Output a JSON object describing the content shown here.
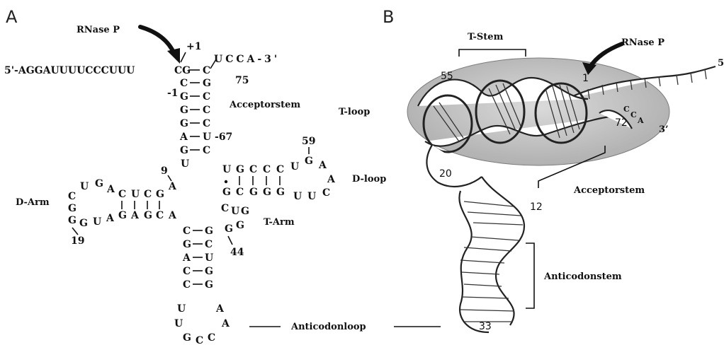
{
  "panel_a": {
    "label": "A",
    "enzyme": "RNase P",
    "leader": "5'-AGGAUUUUCCCUUU",
    "tail": "UCCA-3'",
    "pos": {
      "plus1": "+1",
      "minus1": "-1",
      "n75": "75",
      "n67": "67",
      "n9": "9",
      "n59": "59",
      "n19": "19",
      "n44": "44"
    },
    "acceptor_stem": {
      "label": "Acceptorstem",
      "left": [
        "G",
        "C",
        "G",
        "G",
        "G",
        "A",
        "G"
      ],
      "right": [
        "C",
        "G",
        "C",
        "C",
        "C",
        "U",
        "C"
      ]
    },
    "d_arm": {
      "label": "D-Arm"
    },
    "t_arm": {
      "label": "T-Arm"
    },
    "anticodon_loop": {
      "label": "Anticodonloop"
    }
  },
  "panel_b": {
    "label": "B",
    "enzyme": "RNase P",
    "t_stem": "T-Stem",
    "t_loop": "T-loop",
    "d_loop": "D-loop",
    "acceptor": "Acceptorstem",
    "anticodon": "Anticodonstem",
    "five_prime": "5",
    "three_prime": "3’",
    "nums": {
      "n55": "55",
      "n1": "1",
      "n72": "72",
      "n20": "20",
      "n12": "12",
      "n33": "33"
    },
    "cca": {
      "c1": "C",
      "c2": "C",
      "a": "A"
    }
  }
}
